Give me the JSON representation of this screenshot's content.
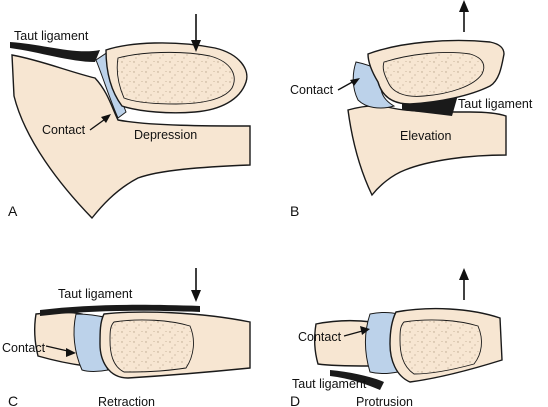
{
  "colors": {
    "bone": "#f7e6d2",
    "cartilage": "#bcd2ea",
    "ligament": "#1a1a1a",
    "outline": "#1a1a1a",
    "background": "#ffffff"
  },
  "panels": [
    {
      "letter": "A",
      "motion": "Depression",
      "ligament_label": "Taut ligament",
      "contact_label": "Contact",
      "arrow": "down-arrow"
    },
    {
      "letter": "B",
      "motion": "Elevation",
      "ligament_label": "Taut ligament",
      "contact_label": "Contact",
      "arrow": "up-arrow"
    },
    {
      "letter": "C",
      "motion": "Retraction",
      "ligament_label": "Taut ligament",
      "contact_label": "Contact",
      "arrow": "down-arrow"
    },
    {
      "letter": "D",
      "motion": "Protrusion",
      "ligament_label": "Taut ligament",
      "contact_label": "Contact",
      "arrow": "up-arrow"
    }
  ]
}
